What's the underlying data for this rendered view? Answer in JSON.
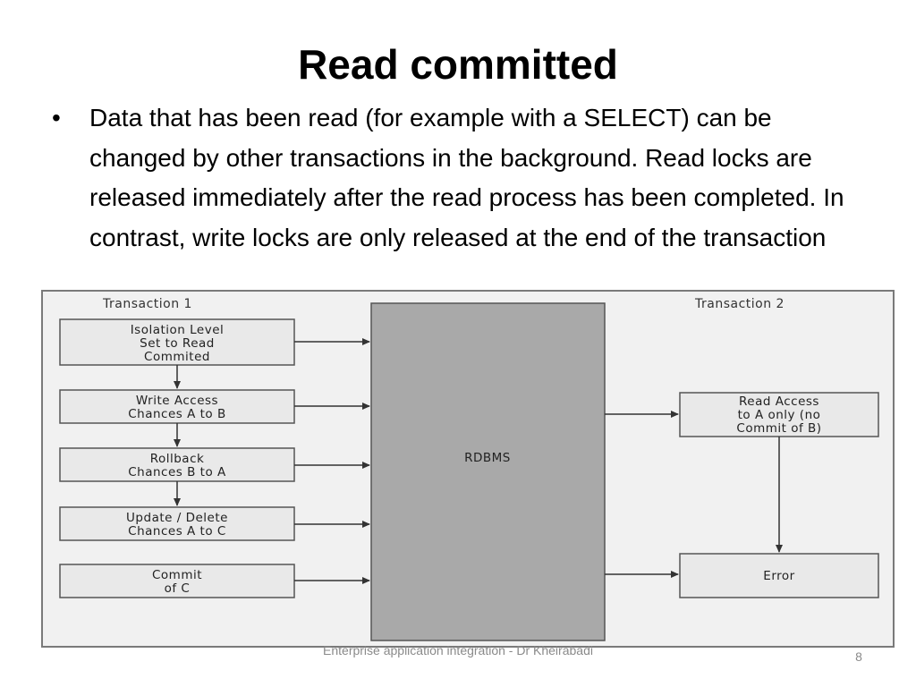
{
  "slide": {
    "title": "Read committed",
    "bullet": "Data that has been read (for example with a SELECT) can be changed by other transactions in the background. Read locks are released immediately after the read process has been completed. In contrast, write locks are only released at the end of the transaction"
  },
  "diagram": {
    "transaction1_label": "Transaction 1",
    "transaction2_label": "Transaction 2",
    "center_label": "RDBMS",
    "transaction1_steps": [
      [
        "Isolation Level",
        "Set to Read",
        "Commited"
      ],
      [
        "Write Access",
        "Chances A to B"
      ],
      [
        "Rollback",
        "Chances B to A"
      ],
      [
        "Update / Delete",
        "Chances A to C"
      ],
      [
        "Commit",
        "of C"
      ]
    ],
    "transaction2_steps": [
      [
        "Read Access",
        "to A only (no",
        "Commit of B)"
      ],
      [
        "Error"
      ]
    ]
  },
  "footer": {
    "text": "Enterprise application integration - Dr Kheirabadi",
    "page_number": "8"
  }
}
